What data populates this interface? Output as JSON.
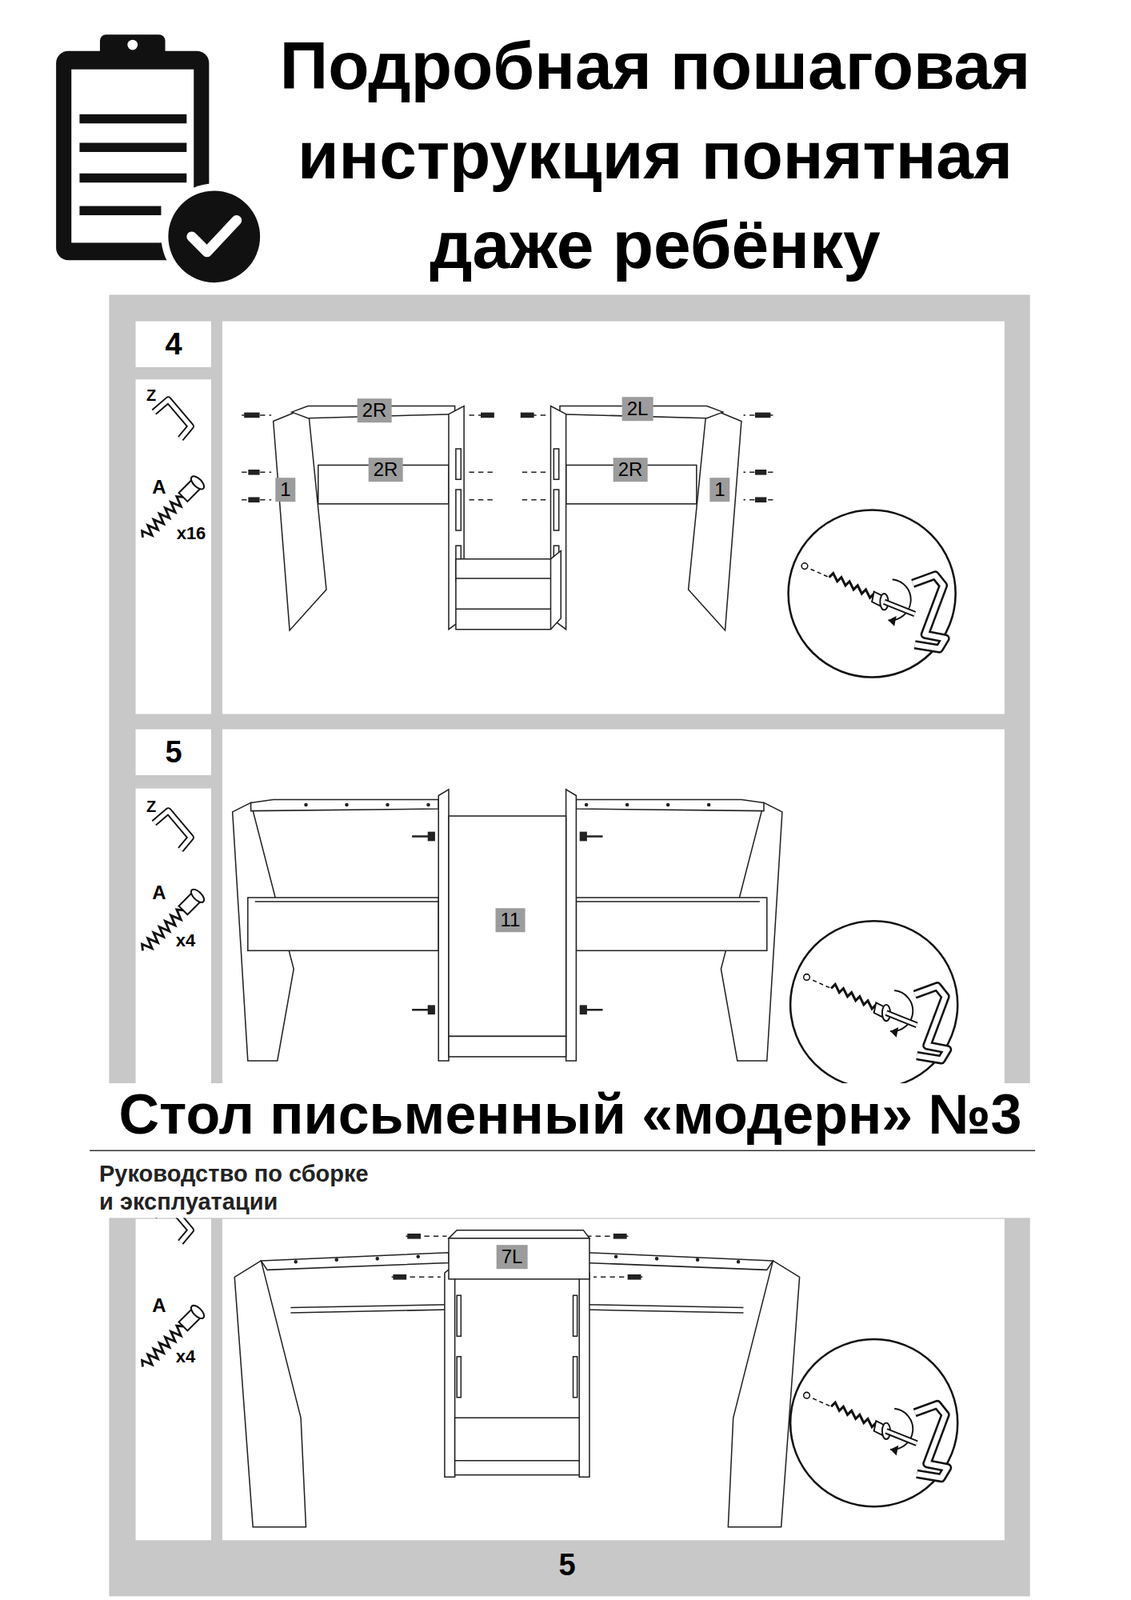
{
  "diagram": {
    "title": "Подробная пошаговая инструкция понятная даже ребёнку",
    "caption": "Стол письменный «модерн» №3",
    "nodes": [
      {
        "text": [
          "4"
        ]
      },
      {
        "text": [
          "Z",
          "A",
          "x16"
        ]
      },
      {
        "text": [
          "5"
        ]
      },
      {
        "text": [
          "Z",
          "A",
          "x4"
        ]
      },
      {
        "text": [
          "A",
          "x4"
        ]
      }
    ],
    "labels": [
      "2R",
      "2L",
      "2R",
      "2R",
      "1",
      "1",
      "11",
      "Руководство по сборке и эксплуатации",
      "7L",
      "5"
    ]
  }
}
